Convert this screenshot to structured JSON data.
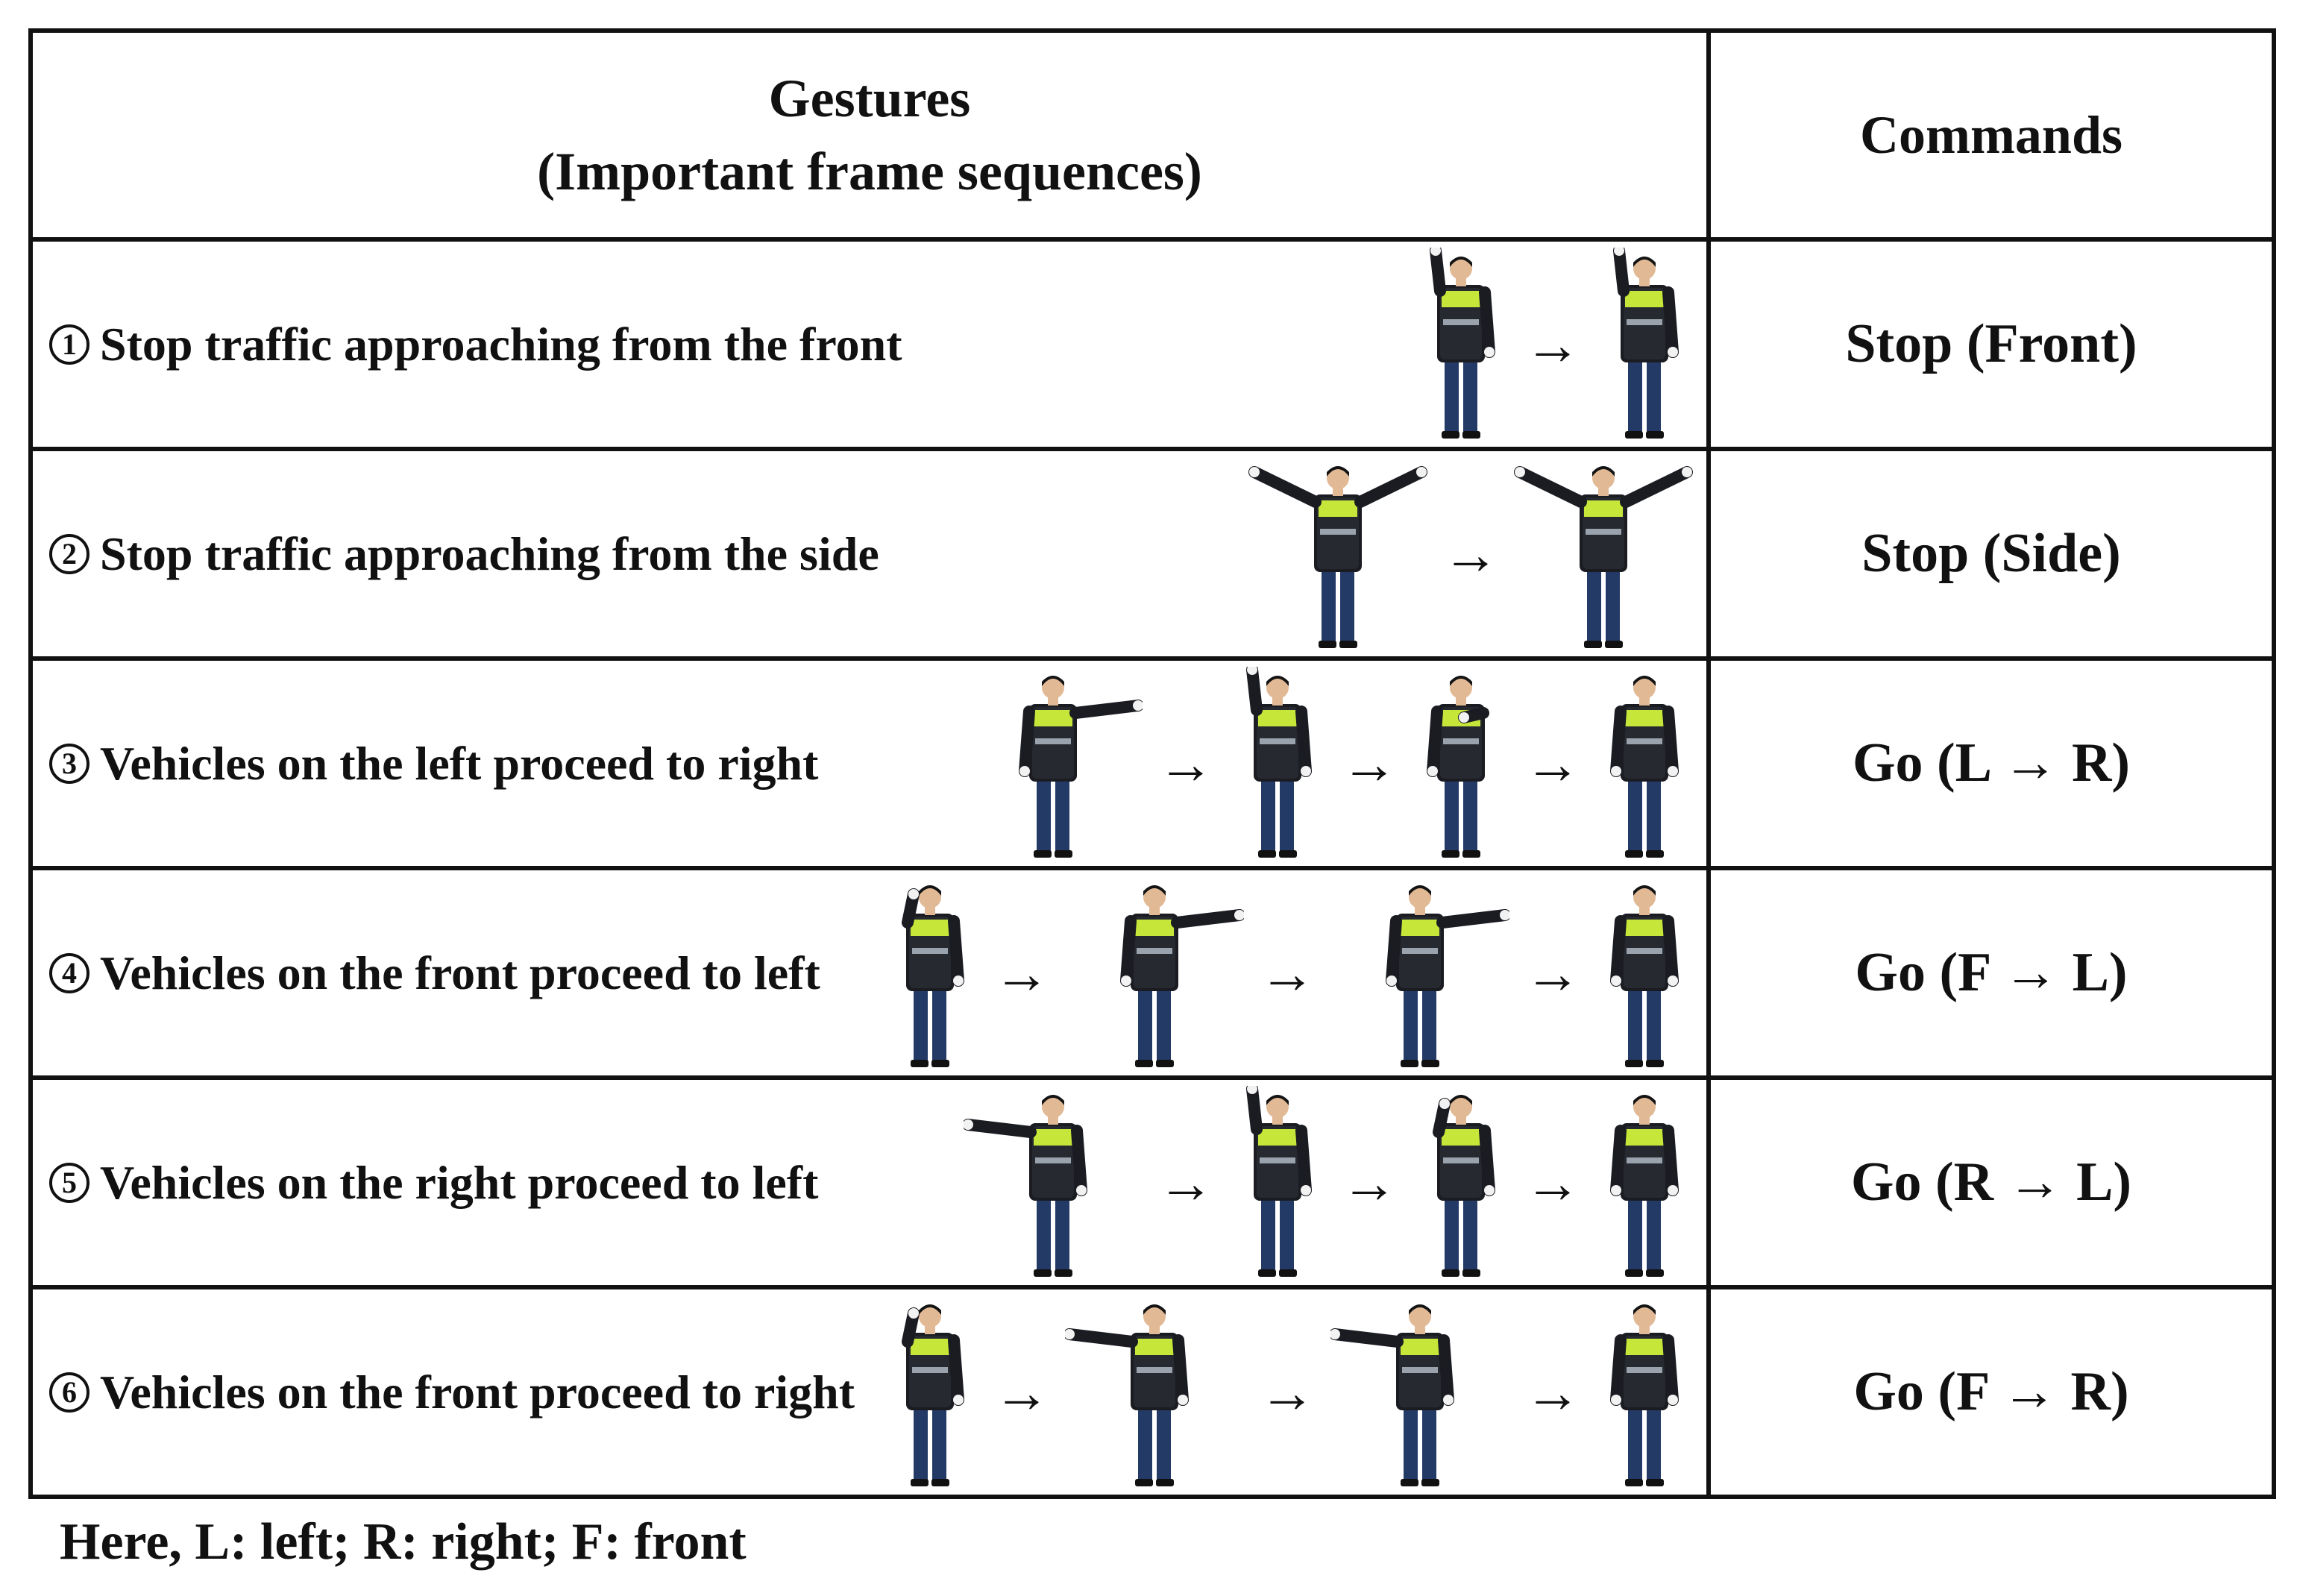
{
  "table": {
    "header": {
      "gestures_line1": "Gestures",
      "gestures_line2": "(Important frame sequences)",
      "commands": "Commands"
    },
    "rows": [
      {
        "number": "1",
        "gesture": "Stop traffic approaching from the front",
        "command": "Stop (Front)",
        "poses": [
          "right-arm-up",
          "right-arm-up"
        ]
      },
      {
        "number": "2",
        "gesture": "Stop traffic approaching from the side",
        "command": "Stop (Side)",
        "poses": [
          "both-arms-raised-out",
          "both-arms-raised-out"
        ]
      },
      {
        "number": "3",
        "gesture": "Vehicles on the left proceed to right",
        "command": "Go (L → R)",
        "poses": [
          "left-arm-out",
          "right-arm-up",
          "hand-to-chest",
          "neutral"
        ]
      },
      {
        "number": "4",
        "gesture": "Vehicles on the front proceed to left",
        "command": "Go (F → L)",
        "poses": [
          "hand-to-head",
          "left-arm-out",
          "left-arm-out",
          "neutral"
        ]
      },
      {
        "number": "5",
        "gesture": "Vehicles on the right proceed to left",
        "command": "Go (R → L)",
        "poses": [
          "right-arm-out",
          "right-arm-up",
          "hand-to-head",
          "neutral"
        ]
      },
      {
        "number": "6",
        "gesture": "Vehicles on the front proceed to right",
        "command": "Go (F → R)",
        "poses": [
          "hand-to-head",
          "right-arm-out",
          "right-arm-out",
          "neutral"
        ]
      }
    ],
    "arrow": "→"
  },
  "footnote": "Here, L: left; R: right; F: front",
  "colors": {
    "border": "#111111",
    "vest": "#c6e63a",
    "vest_dark": "#262a30",
    "jacket": "#1a1c22",
    "pants": "#243a66",
    "skin": "#e2b995",
    "hair": "#141414",
    "shoes": "#111111"
  }
}
